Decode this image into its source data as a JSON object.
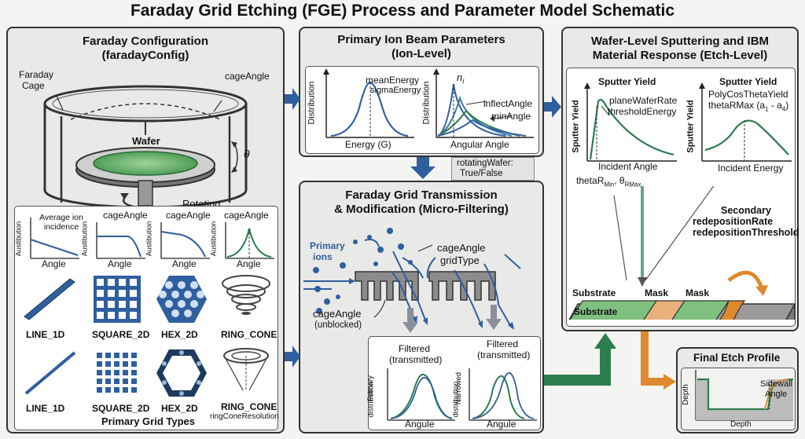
{
  "title": "Faraday Grid Etching (FGE) Process and Parameter Model Schematic",
  "faraday": {
    "title_line1": "Faraday Configuration",
    "title_line2": "(faradayConfig)",
    "cage_label_1": "Faraday",
    "cage_label_2": "Cage",
    "cage_angle": "cageAngle",
    "wafer": "Wafer",
    "theta": "θ",
    "rotating": "Rotating",
    "plots": [
      {
        "title": "Average ion incidence",
        "ylabel": "Austibution",
        "xlabel": "Angle"
      },
      {
        "title": "cageAngle",
        "ylabel": "Austibution",
        "xlabel": "Angle"
      },
      {
        "title": "cageAngle",
        "ylabel": "Austibution",
        "xlabel": "Angle"
      },
      {
        "title": "cageAngle",
        "ylabel": "Austibution",
        "xlabel": "Angle"
      }
    ],
    "grid_types_row1": [
      "LINE_1D",
      "SQUARE_2D",
      "HEX_2D",
      "RING_CONE"
    ],
    "grid_types_row2": [
      "LINE_1D",
      "SQUARE_2D",
      "HEX_2D",
      "RING_CONE"
    ],
    "ring_cone_resolution": "ringConeResolution",
    "footer": "Primary Grid Types"
  },
  "ion": {
    "title_line1": "Primary Ion Beam Parameters",
    "title_line2": "(Ion-Level)",
    "energy_plot": {
      "ylabel": "Distribution",
      "xlabel": "Energy (G)",
      "label1": "meanEnergy",
      "label2": "sigmaEnergy"
    },
    "angle_plot": {
      "ylabel": "Distribution",
      "xlabel": "Angular Angle",
      "label1": "n",
      "label1_sub": "i",
      "label2": "inflectAngle",
      "label3": "minAngle"
    },
    "rotating_1": "rotatingWafer:",
    "rotating_2": "True/False"
  },
  "grid": {
    "title_line1": "Faraday Grid Transmission",
    "title_line2": "& Modification (Micro-Filtering)",
    "primary_1": "Primary",
    "primary_2": "ions",
    "cage_angle": "cageAngle",
    "grid_type": "gridType",
    "unblocked_1": "cageAngle",
    "unblocked_2": "(unblocked)",
    "filtered_1_a": "Filtered",
    "filtered_1_b": "(transmitted)",
    "filtered_2_a": "Filtered",
    "filtered_2_b": "(transmitted)",
    "plot1_ylabel_1": "Primary",
    "plot1_ylabel_2": "distribution",
    "plot2_ylabel_1": "Narrowed",
    "plot2_ylabel_2": "distribution",
    "xlabel_1": "Angule",
    "xlabel_2": "Angule"
  },
  "wafer": {
    "title_line1": "Wafer-Level Sputtering and IBM",
    "title_line2": "Material Response (Etch-Level)",
    "plot1": {
      "title": "Sputter Yield",
      "ylabel": "Sputter Yield",
      "label1": "planeWaferRate",
      "label2": "thresholdEnergy",
      "xlabel": "Incident Angle"
    },
    "plot2": {
      "title": "Sputter Yield",
      "ylabel": "Sputter Yield",
      "label1": "PolyCosThetaYield",
      "label2": "thetaRMax (a",
      "label2_sub1": "1",
      "label2_mid": " - a",
      "label2_sub2": "4",
      "label2_end": ")",
      "xlabel": "Incident Energy"
    },
    "theta_r": "thetaR",
    "theta_r_sub": "Min",
    "theta_r_mid": ", θ",
    "theta_r_sub2": "RMax",
    "secondary_1": "Secondary",
    "secondary_2": "redepositionRate",
    "secondary_3": "redepositionThreshold",
    "substrate_top": "Substrate",
    "mask_1": "Mask",
    "mask_2": "Mask",
    "substrate_bottom": "Substrate"
  },
  "final": {
    "title": "Final Etch Profile",
    "ylabel": "Depth",
    "xlabel": "Depth",
    "sidewall_1": "Sidewall",
    "sidewall_2": "Angle"
  },
  "colors": {
    "blue": "#2f5f9e",
    "green": "#2e7d4f",
    "orange": "#e0892e",
    "grey": "#8a8f99"
  }
}
